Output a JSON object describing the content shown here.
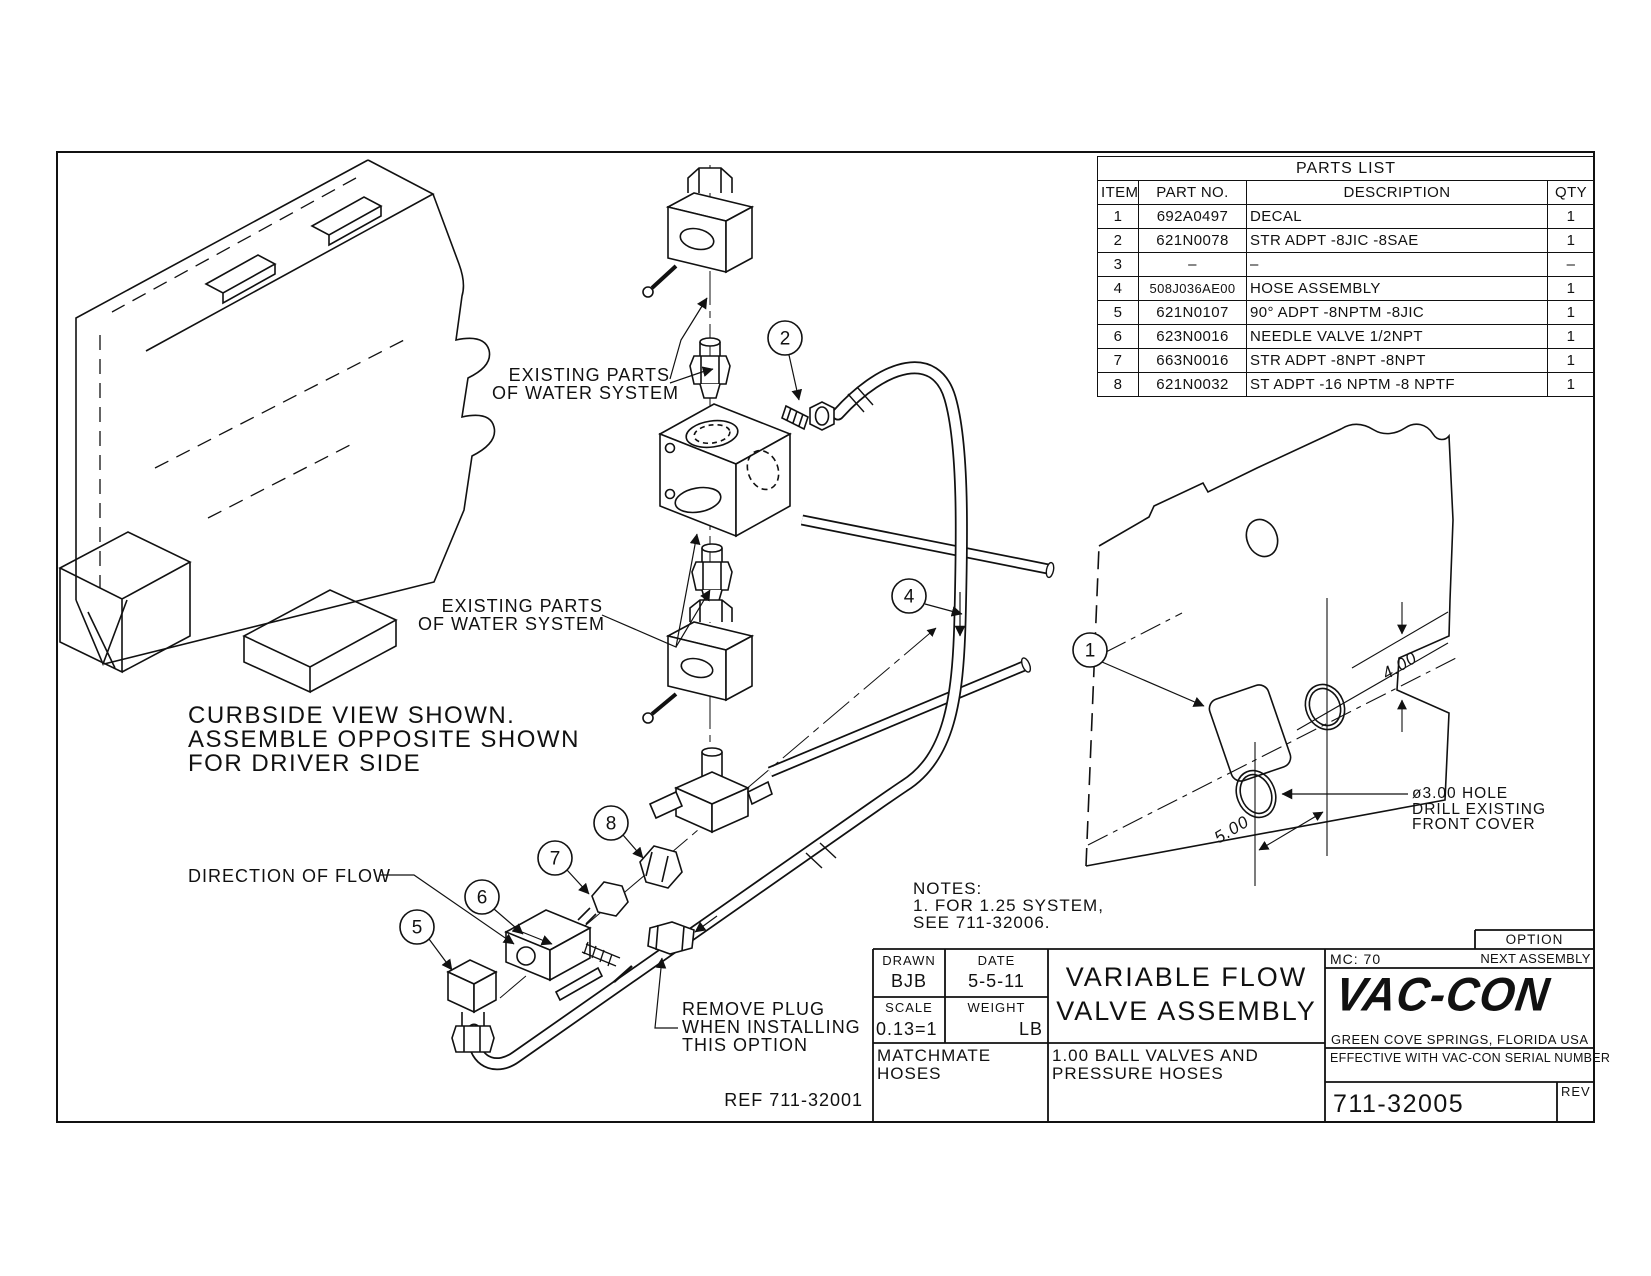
{
  "drawing": {
    "view_note": [
      "CURBSIDE VIEW SHOWN.",
      "ASSEMBLE OPPOSITE SHOWN",
      "FOR DRIVER SIDE"
    ],
    "existing_parts": [
      "EXISTING PARTS",
      "OF WATER SYSTEM"
    ],
    "direction_of_flow": "DIRECTION OF FLOW",
    "remove_plug": [
      "REMOVE PLUG",
      "WHEN INSTALLING",
      "THIS OPTION"
    ],
    "notes": [
      "NOTES:",
      "1. FOR 1.25 SYSTEM,",
      "SEE 711-32006."
    ],
    "hole_note": [
      "ø3.00 HOLE",
      "DRILL EXISTING",
      "FRONT COVER"
    ],
    "dim_4": "4.00",
    "dim_5": "5.00",
    "ref_note": "REF 711-32001",
    "callouts": [
      "1",
      "2",
      "4",
      "5",
      "6",
      "7",
      "8"
    ]
  },
  "parts_list": {
    "title": "PARTS LIST",
    "columns": [
      "ITEM",
      "PART NO.",
      "DESCRIPTION",
      "QTY"
    ],
    "rows": [
      [
        "1",
        "692A0497",
        "DECAL",
        "1"
      ],
      [
        "2",
        "621N0078",
        "STR ADPT -8JIC -8SAE",
        "1"
      ],
      [
        "3",
        "–",
        "–",
        "–"
      ],
      [
        "4",
        "508J036AE00",
        "HOSE ASSEMBLY",
        "1"
      ],
      [
        "5",
        "621N0107",
        "90° ADPT -8NPTM -8JIC",
        "1"
      ],
      [
        "6",
        "623N0016",
        "NEEDLE VALVE 1/2NPT",
        "1"
      ],
      [
        "7",
        "663N0016",
        "STR ADPT -8NPT -8NPT",
        "1"
      ],
      [
        "8",
        "621N0032",
        "ST ADPT -16 NPTM -8 NPTF",
        "1"
      ]
    ]
  },
  "title_block": {
    "drawn_label": "DRAWN",
    "drawn": "BJB",
    "date_label": "DATE",
    "date": "5-5-11",
    "scale_label": "SCALE",
    "scale": "0.13=1",
    "weight_label": "WEIGHT",
    "weight": "LB",
    "title_line1": "VARIABLE FLOW",
    "title_line2": "VALVE ASSEMBLY",
    "left_note_line1": "MATCHMATE",
    "left_note_line2": "HOSES",
    "desc_line1": "1.00 BALL VALVES AND",
    "desc_line2": "PRESSURE HOSES",
    "mc": "MC: 70",
    "option": "OPTION",
    "next_assembly": "NEXT ASSEMBLY",
    "logo": "VAC-CON",
    "logo_sub": "GREEN COVE SPRINGS, FLORIDA USA",
    "effective": "EFFECTIVE WITH VAC-CON SERIAL NUMBER",
    "drawing_number": "711-32005",
    "rev_label": "REV"
  }
}
